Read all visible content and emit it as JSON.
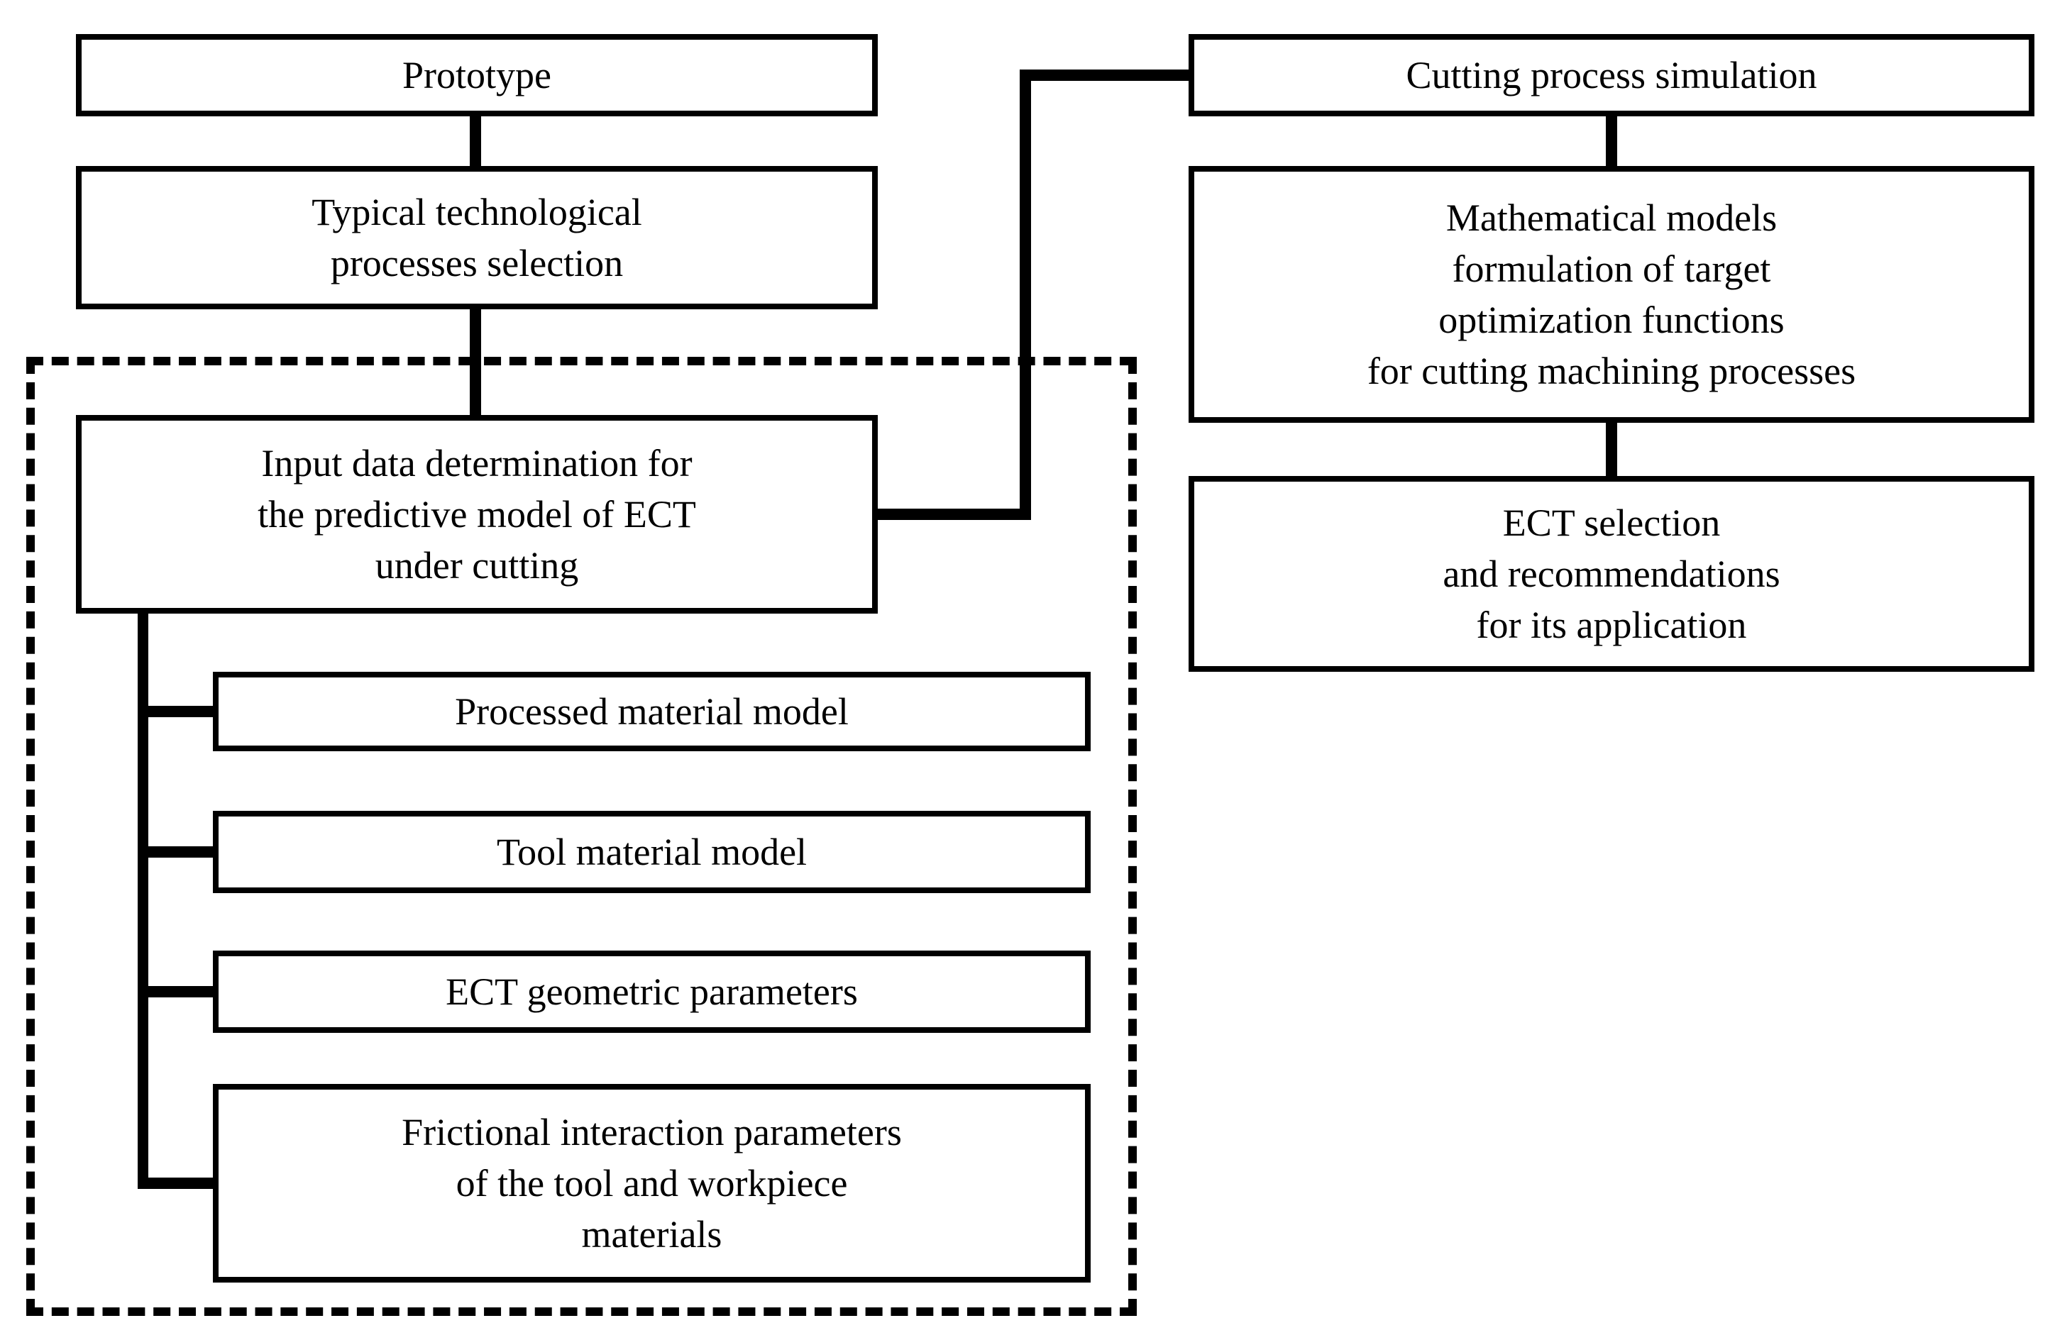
{
  "figure": {
    "type": "flowchart",
    "background_color": "#ffffff",
    "line_color": "#000000"
  },
  "nodes": {
    "prototype": {
      "label": "Prototype"
    },
    "typical": {
      "label": "Typical technological\nprocesses selection"
    },
    "input": {
      "label": "Input data determination for\nthe predictive model of ECT\nunder cutting"
    },
    "processed": {
      "label": "Processed material model"
    },
    "tool": {
      "label": "Tool material model"
    },
    "ect_geometric": {
      "label": "ECT geometric parameters"
    },
    "frictional": {
      "label": "Frictional interaction parameters\nof the tool and workpiece\nmaterials"
    },
    "cutting": {
      "label": "Cutting process simulation"
    },
    "math": {
      "label": "Mathematical models\nformulation of target\noptimization functions\nfor cutting machining processes"
    },
    "ect_selection": {
      "label": "ECT selection\nand recommendations\nfor its application"
    }
  }
}
